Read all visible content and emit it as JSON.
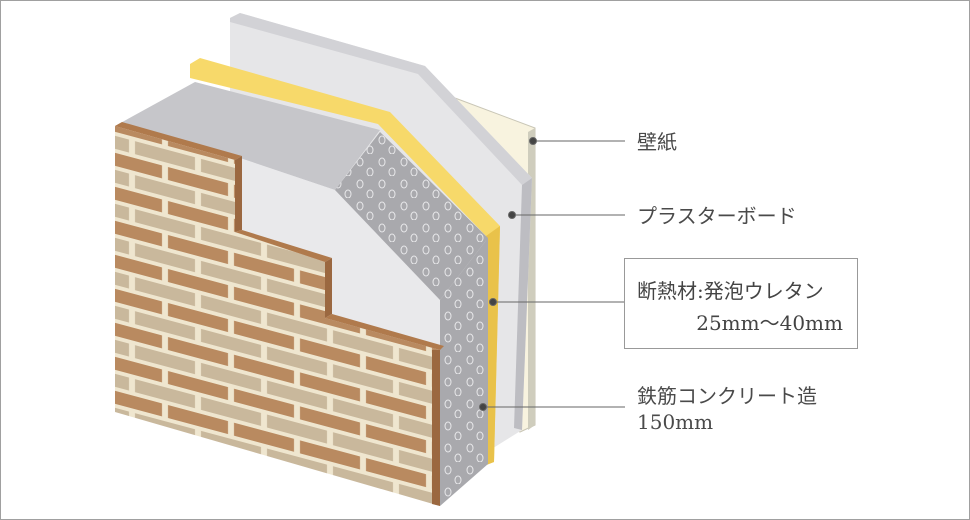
{
  "labels": {
    "wallpaper": "壁紙",
    "plasterboard": "プラスターボード",
    "insulation_name": "断熱材:発泡ウレタン",
    "insulation_thickness": "25mm〜40mm",
    "concrete_name": "鉄筋コンクリート造",
    "concrete_thickness": "150mm"
  },
  "colors": {
    "wallpaper": "#f8f3df",
    "plasterboard": "#e6e6e8",
    "insulation": "#f7d96a",
    "concrete": "#a9a9ad",
    "brick": "#b98a60",
    "mortar": "#efe6cf"
  }
}
